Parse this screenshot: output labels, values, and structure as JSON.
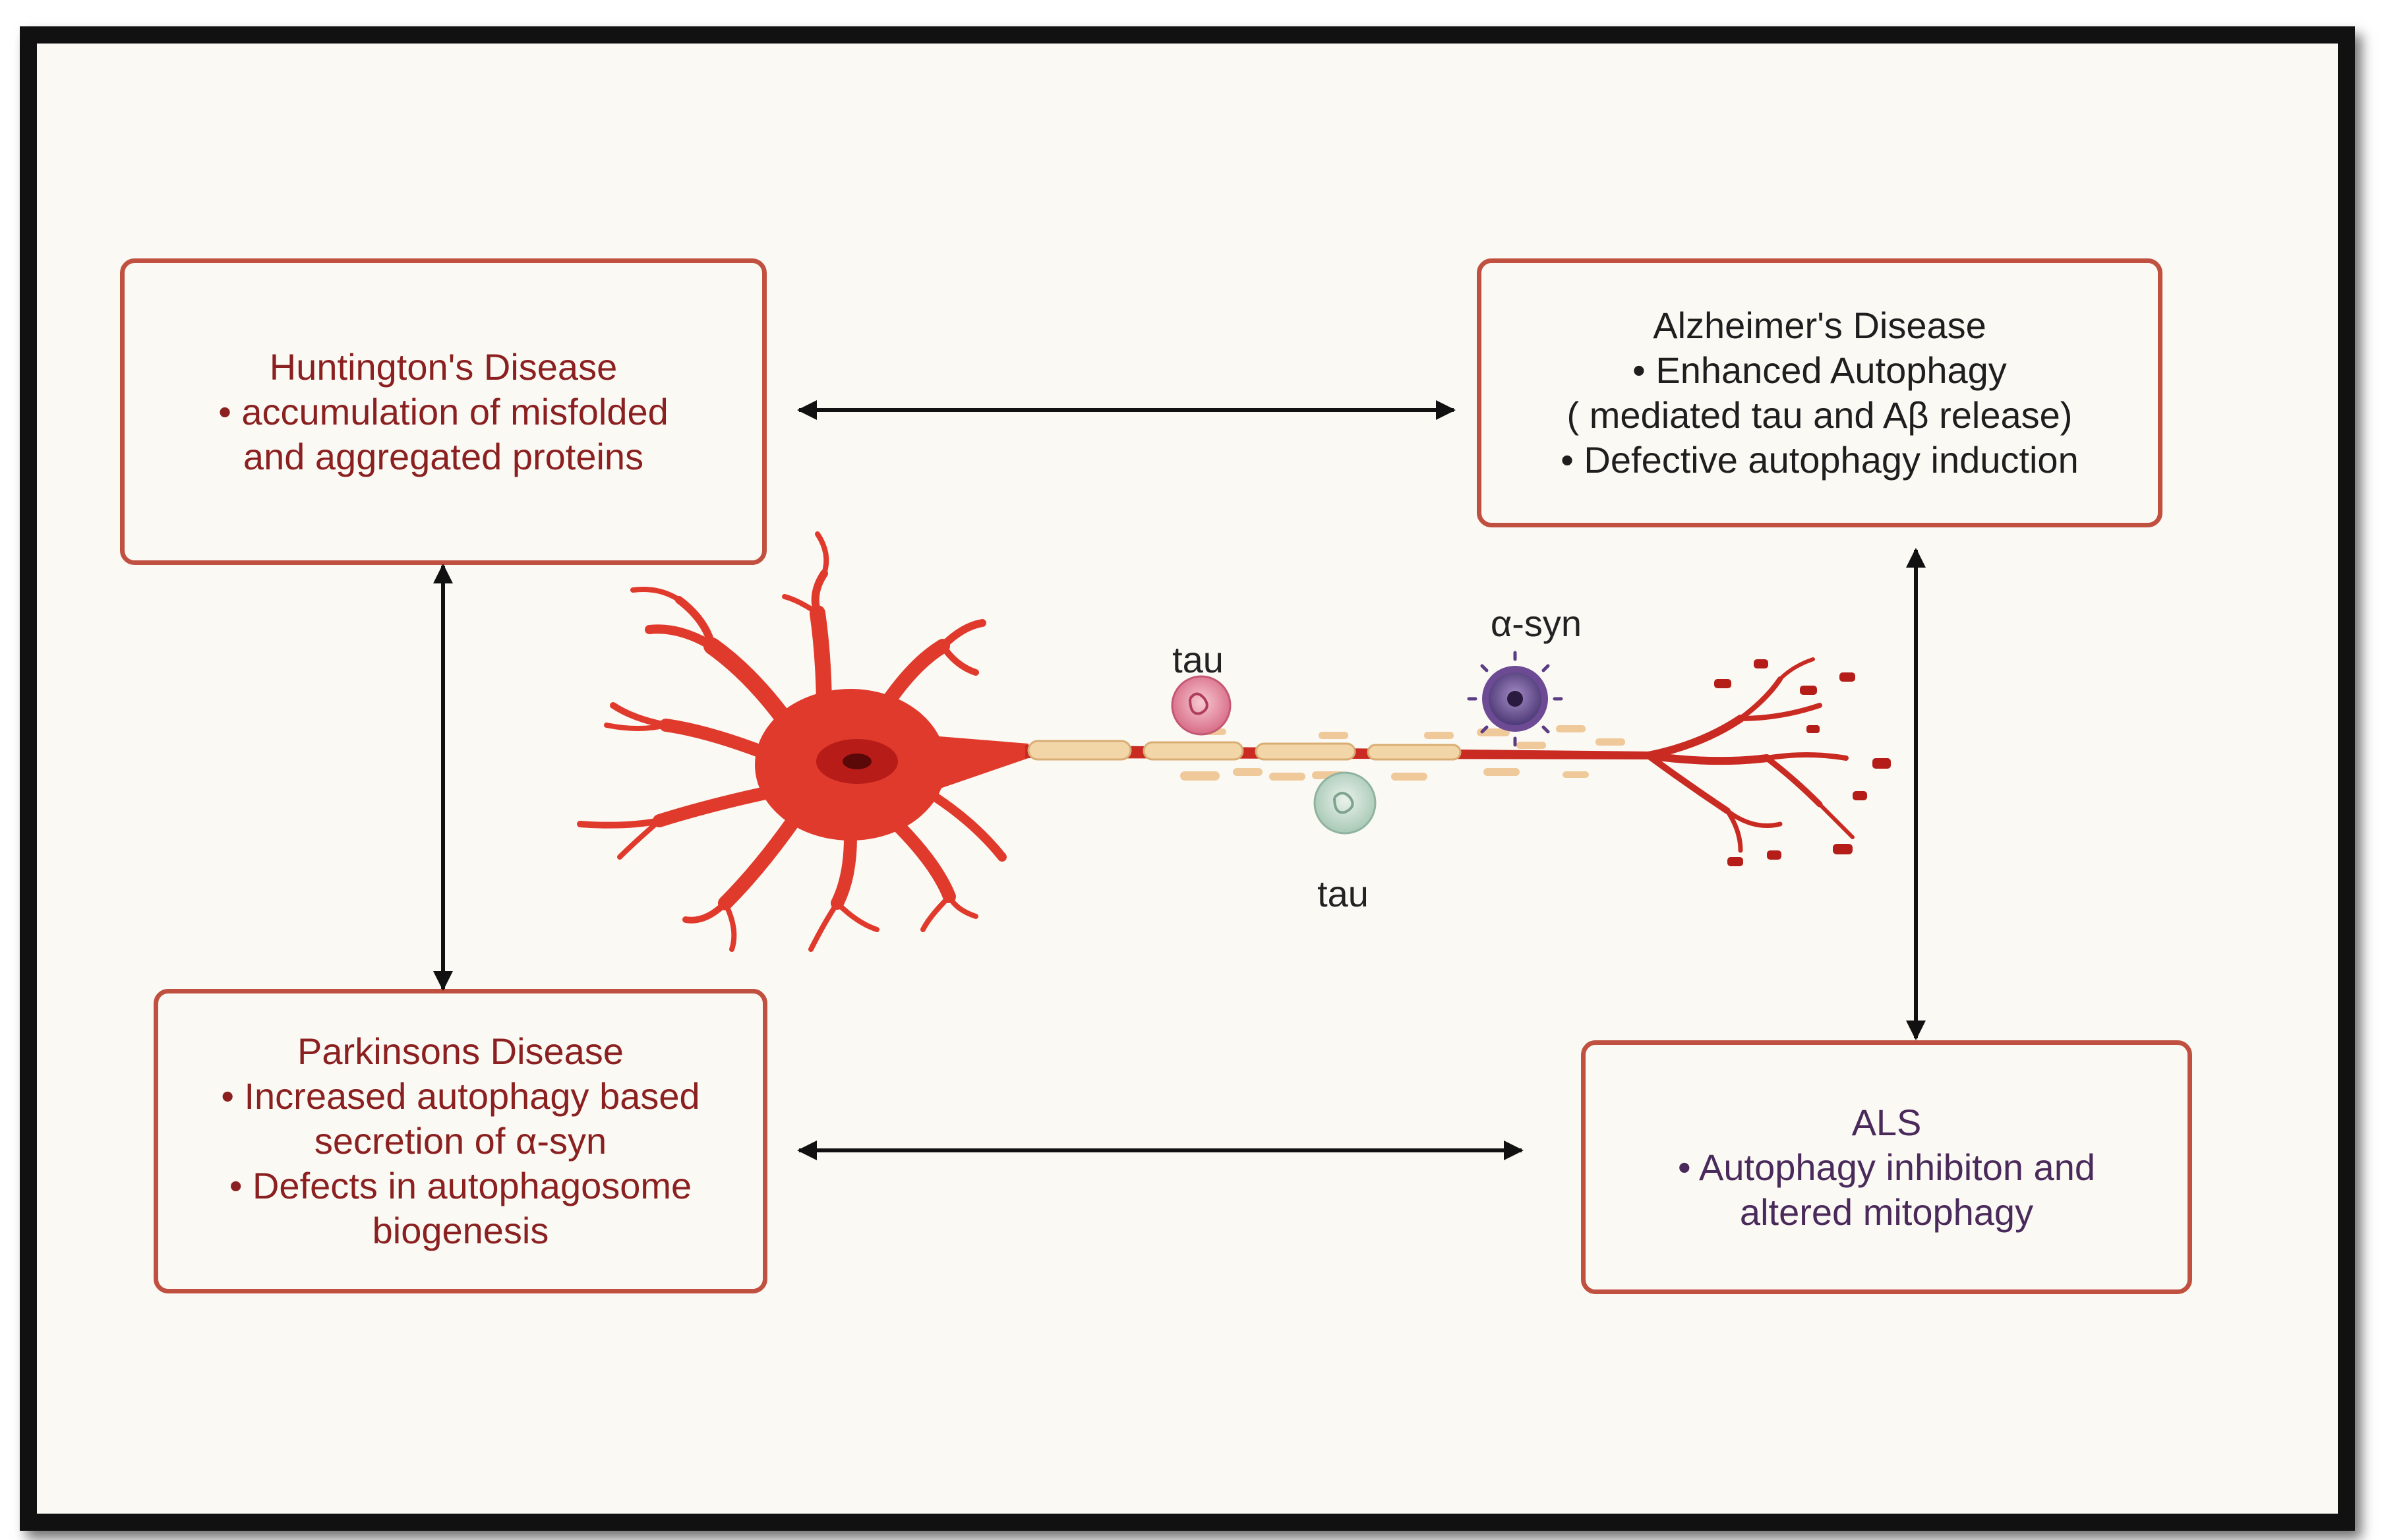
{
  "boxes": {
    "huntington": {
      "title": "Huntington's Disease",
      "lines": [
        "• accumulation of misfolded",
        "and aggregated proteins"
      ]
    },
    "alzheimer": {
      "title": "Alzheimer's Disease",
      "lines": [
        "• Enhanced Autophagy",
        "( mediated tau and Aβ release)",
        "• Defective autophagy induction"
      ]
    },
    "parkinsons": {
      "title": "Parkinsons Disease",
      "lines": [
        "• Increased autophagy based",
        "secretion  of α-syn",
        "• Defects in autophagosome",
        "biogenesis"
      ]
    },
    "als": {
      "title": "ALS",
      "lines": [
        "• Autophagy inhibiton and",
        "altered mitophagy"
      ]
    }
  },
  "neuron_labels": {
    "tau_top": "tau",
    "tau_bottom": "tau",
    "alpha_syn": "α-syn"
  },
  "colors": {
    "frame": "#111111",
    "background": "#fbf9f4",
    "box_border": "#c05040",
    "neuron": "#e03a2c",
    "arrow": "#111111"
  }
}
